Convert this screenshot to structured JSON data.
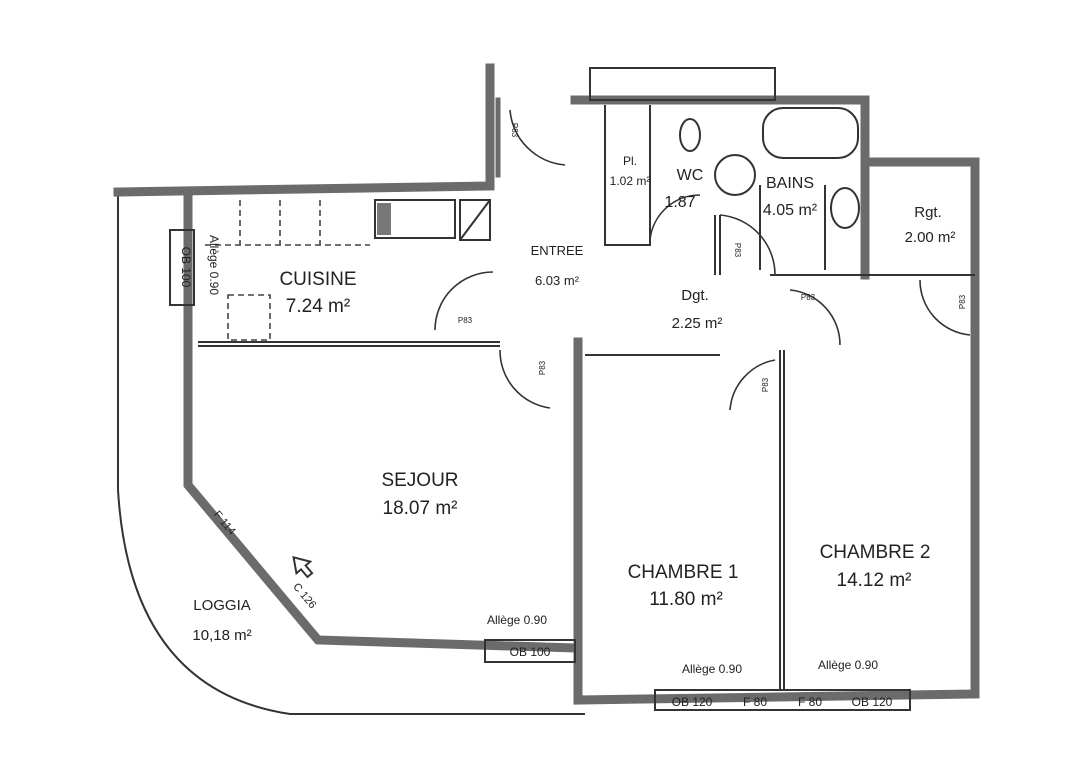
{
  "rooms": {
    "cuisine": {
      "name": "CUISINE",
      "area": "7.24 m²"
    },
    "entree": {
      "name": "ENTREE",
      "area": "6.03 m²"
    },
    "placard": {
      "name": "Pl.",
      "area": "1.02 m²"
    },
    "wc": {
      "name": "WC",
      "area": "1.87"
    },
    "bains": {
      "name": "BAINS",
      "area": "4.05 m²"
    },
    "rangement": {
      "name": "Rgt.",
      "area": "2.00 m²"
    },
    "degagement": {
      "name": "Dgt.",
      "area": "2.25 m²"
    },
    "sejour": {
      "name": "SEJOUR",
      "area": "18.07 m²"
    },
    "chambre1": {
      "name": "CHAMBRE 1",
      "area": "11.80 m²"
    },
    "chambre2": {
      "name": "CHAMBRE 2",
      "area": "14.12 m²"
    },
    "loggia": {
      "name": "LOGGIA",
      "area": "10,18 m²"
    }
  },
  "annotations": {
    "ob100_kitchen": "OB 100",
    "allege_kitchen": "Allège 0.90",
    "allege_sejour": "Allège 0.90",
    "ob100_sejour": "OB 100",
    "f114": "F 114",
    "c126": "C 126",
    "allege_ch1": "Allège 0.90",
    "allege_ch2": "Allège 0.90",
    "ob120_ch1": "OB 120",
    "f80_ch1": "F 80",
    "f80_ch2": "F 80",
    "ob120_ch2": "OB 120",
    "door": "P83"
  }
}
